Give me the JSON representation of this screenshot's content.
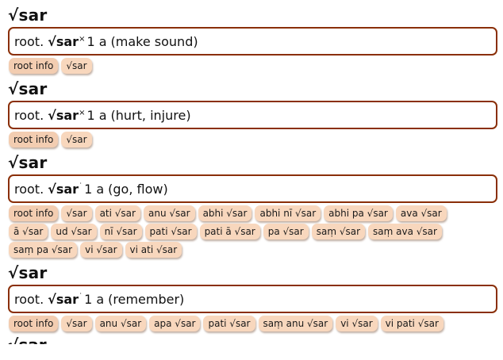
{
  "entries": [
    {
      "title": "√sar",
      "root_box": {
        "keyword": "root.",
        "root_name": "√sar",
        "sign": "×",
        "group": "1 a",
        "meaning": "(make sound)"
      },
      "buttons": [
        "root info",
        "√sar"
      ]
    },
    {
      "title": "√sar",
      "root_box": {
        "keyword": "root.",
        "root_name": "√sar",
        "sign": "×",
        "group": "1 a",
        "meaning": "(hurt, injure)"
      },
      "buttons": [
        "root info",
        "√sar"
      ]
    },
    {
      "title": "√sar",
      "root_box": {
        "keyword": "root.",
        "root_name": "√sar",
        "sign": "˙",
        "group": "1 a",
        "meaning": "(go, flow)"
      },
      "buttons": [
        "root info",
        "√sar",
        "ati √sar",
        "anu √sar",
        "abhi √sar",
        "abhi nī √sar",
        "abhi pa √sar",
        "ava √sar",
        "ā √sar",
        "ud √sar",
        "nī √sar",
        "pati √sar",
        "pati ā √sar",
        "pa √sar",
        "saṃ √sar",
        "saṃ ava √sar",
        "saṃ pa √sar",
        "vi √sar",
        "vi ati √sar"
      ]
    },
    {
      "title": "√sar",
      "root_box": {
        "keyword": "root.",
        "root_name": "√sar",
        "sign": "˙",
        "group": "1 a",
        "meaning": "(remember)"
      },
      "buttons": [
        "root info",
        "√sar",
        "anu √sar",
        "apa √sar",
        "pati √sar",
        "saṃ anu √sar",
        "vi √sar",
        "vi pati √sar"
      ]
    }
  ],
  "next_entry_title": "√sar"
}
